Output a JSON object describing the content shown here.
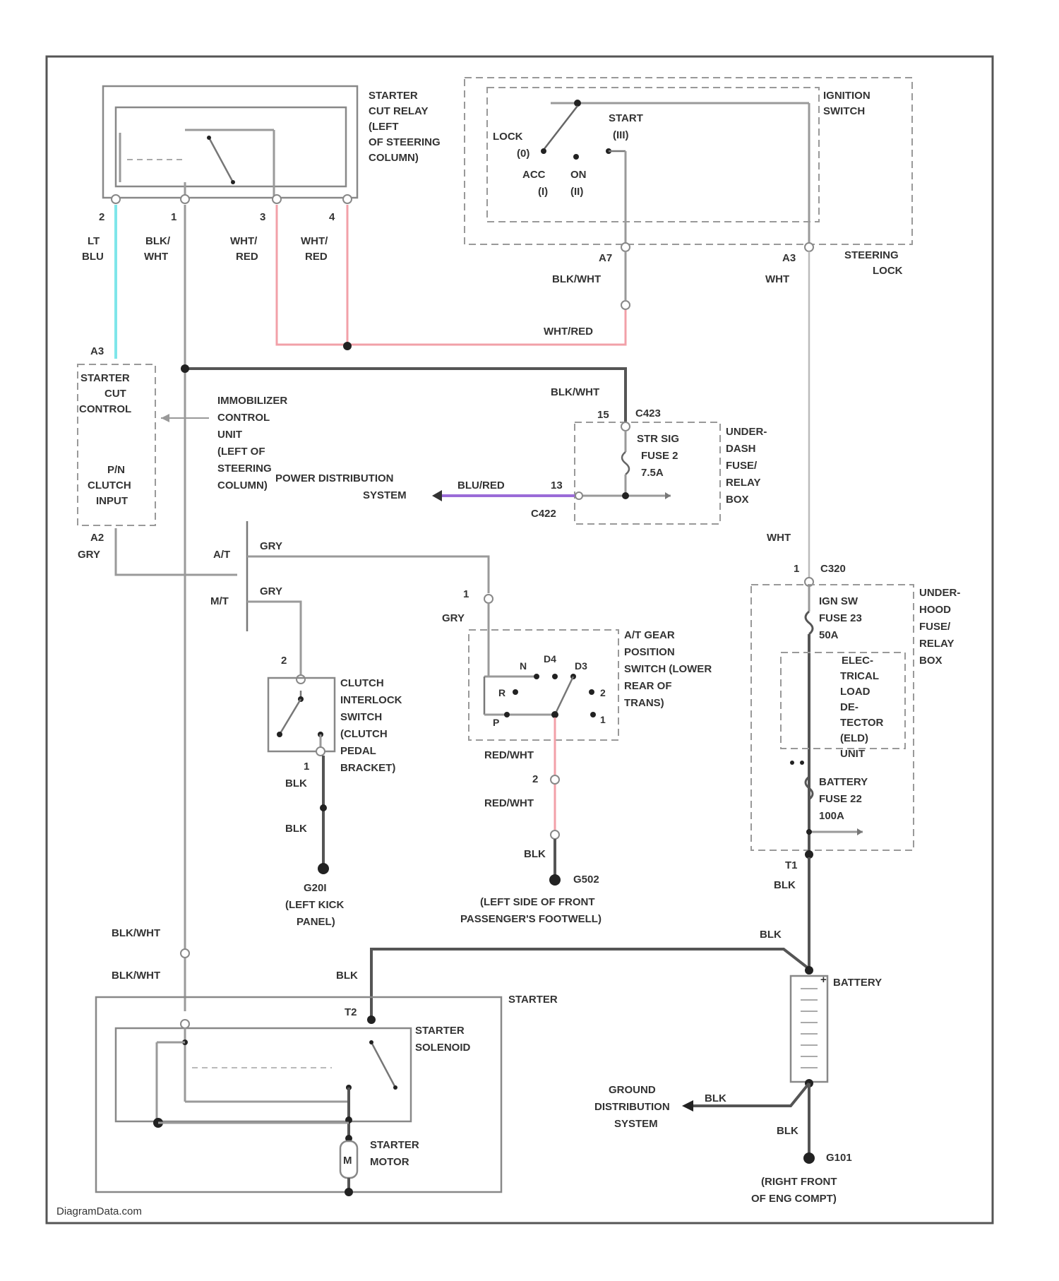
{
  "colors": {
    "lt_blu": "#7fe6ea",
    "wht_red": "#f2a0a8",
    "blu_red": "#9a6bd8",
    "red_wht": "#f2a0a8",
    "wire": "#9a9a9a",
    "wire_dark": "#555555"
  },
  "relay": {
    "lines": [
      "STARTER",
      "CUT RELAY",
      "(LEFT",
      "OF STEERING",
      "COLUMN)"
    ]
  },
  "relay_pins": [
    "2",
    "1",
    "3",
    "4"
  ],
  "relay_wires": [
    [
      "LT",
      "BLU"
    ],
    [
      "BLK/",
      "WHT"
    ],
    [
      "WHT/",
      "RED"
    ],
    [
      "WHT/",
      "RED"
    ]
  ],
  "ignition": {
    "title": [
      "IGNITION",
      "SWITCH"
    ],
    "lock": [
      "LOCK",
      "(0)"
    ],
    "acc": [
      "ACC",
      "(I)"
    ],
    "on": [
      "ON",
      "(II)"
    ],
    "start": [
      "START",
      "(III)"
    ],
    "steering_lock": [
      "STEERING",
      "LOCK"
    ],
    "pin_a7": "A7",
    "pin_a3": "A3",
    "wire_blk_wht": "BLK/WHT",
    "wire_wht": "WHT"
  },
  "wht_red_label": "WHT/RED",
  "blk_wht_label": "BLK/WHT",
  "immobilizer": {
    "box": [
      "STARTER",
      "CUT",
      "CONTROL",
      "P/N",
      "CLUTCH",
      "INPUT"
    ],
    "label": [
      "IMMOBILIZER",
      "CONTROL",
      "UNIT",
      "(LEFT OF",
      "STEERING",
      "COLUMN)"
    ],
    "pin_a3": "A3",
    "pin_a2": "A2",
    "wire_gry": "GRY"
  },
  "dash_box": {
    "pin_top": "15",
    "connector_top": "C423",
    "fuse": [
      "STR SIG",
      "FUSE 2",
      "7.5A"
    ],
    "pin_bottom": "13",
    "connector_bottom": "C422",
    "title": [
      "UNDER-",
      "DASH",
      "FUSE/",
      "RELAY",
      "BOX"
    ],
    "wire_blu_red": "BLU/RED",
    "power_dist": [
      "POWER DISTRIBUTION",
      "SYSTEM"
    ]
  },
  "trans": {
    "at": "A/T",
    "mt": "M/T",
    "gry1": "GRY",
    "gry2": "GRY",
    "gry3": "GRY"
  },
  "clutch": {
    "pin_top": "2",
    "label": [
      "CLUTCH",
      "INTERLOCK",
      "SWITCH",
      "(CLUTCH",
      "PEDAL",
      "BRACKET)"
    ],
    "pin_bottom": "1",
    "wire1": "BLK",
    "wire2": "BLK",
    "ground_id": "G20I",
    "ground_loc": [
      "(LEFT KICK",
      "PANEL)"
    ]
  },
  "gear": {
    "pin_top": "1",
    "positions": {
      "n": "N",
      "d4": "D4",
      "d3": "D3",
      "r": "R",
      "two": "2",
      "p": "P",
      "one": "1"
    },
    "label": [
      "A/T GEAR",
      "POSITION",
      "SWITCH (LOWER",
      "REAR OF",
      "TRANS)"
    ],
    "wire1": "RED/WHT",
    "pin_bottom": "2",
    "wire2": "RED/WHT",
    "wire3": "BLK",
    "ground_id": "G502",
    "ground_loc": [
      "(LEFT SIDE OF FRONT",
      "PASSENGER'S FOOTWELL)"
    ]
  },
  "underhood": {
    "wire_wht": "WHT",
    "pin": "1",
    "connector": "C320",
    "fuse1": [
      "IGN SW",
      "FUSE 23",
      "50A"
    ],
    "eld": [
      "ELEC-",
      "TRICAL",
      "LOAD",
      "DE-",
      "TECTOR",
      "(ELD)",
      "UNIT"
    ],
    "fuse2": [
      "BATTERY",
      "FUSE 22",
      "100A"
    ],
    "pin_t1": "T1",
    "wire_blk": "BLK",
    "title": [
      "UNDER-",
      "HOOD",
      "FUSE/",
      "RELAY",
      "BOX"
    ]
  },
  "starter": {
    "wire1": "BLK/WHT",
    "wire2": "BLK/WHT",
    "wire_blk": "BLK",
    "title": "STARTER",
    "t2": "T2",
    "solenoid": [
      "STARTER",
      "SOLENOID"
    ],
    "motor": [
      "STARTER",
      "MOTOR"
    ],
    "motor_symbol": "M"
  },
  "battery": {
    "wire_blk_top": "BLK",
    "label": "BATTERY",
    "plus": "+",
    "ground_dist": [
      "GROUND",
      "DISTRIBUTION",
      "SYSTEM"
    ],
    "wire_blk_gd": "BLK",
    "wire_blk_bottom": "BLK",
    "ground_id": "G101",
    "ground_loc": [
      "(RIGHT FRONT",
      "OF ENG COMPT)"
    ]
  },
  "watermark": "DiagramData.com"
}
